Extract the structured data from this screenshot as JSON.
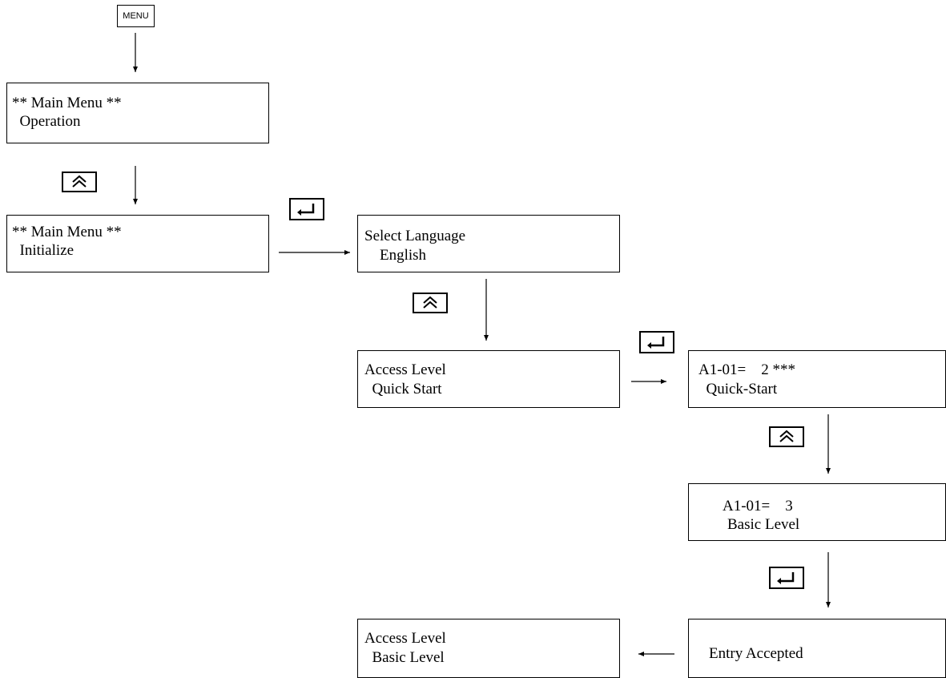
{
  "keys": {
    "menu": "MENU",
    "up": "up-icon",
    "enter": "enter-icon"
  },
  "screens": {
    "main_operation": {
      "line1": "** Main Menu **",
      "line2": "  Operation"
    },
    "main_initialize": {
      "line1": "** Main Menu **",
      "line2": "  Initialize"
    },
    "select_language": {
      "line1": "Select Language",
      "line2": "    English"
    },
    "access_quick": {
      "line1": "Access Level",
      "line2": "  Quick Start"
    },
    "a1_quickstart": {
      "line1": "A1-01=    2 ***",
      "line2": "  Quick-Start"
    },
    "a1_basic": {
      "line1": "A1-01=    3",
      "line2": "Basic Level"
    },
    "entry_accepted": {
      "line1": "Entry Accepted"
    },
    "access_basic": {
      "line1": "Access Level",
      "line2": "  Basic Level"
    }
  }
}
